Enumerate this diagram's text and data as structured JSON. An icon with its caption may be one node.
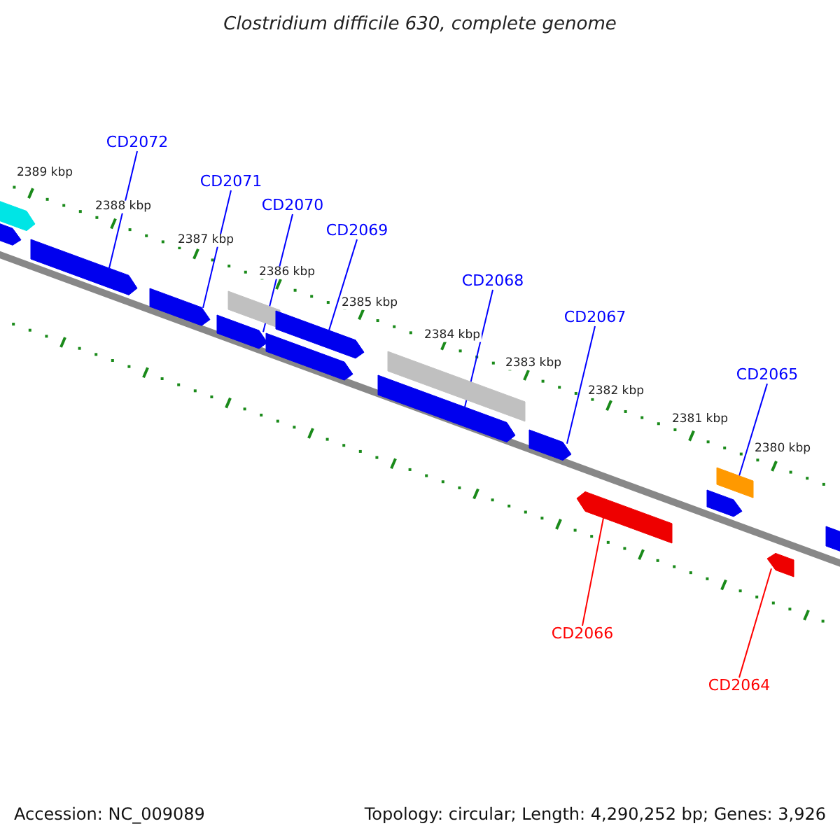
{
  "diagram": {
    "title": "Clostridium difficile 630, complete genome",
    "nodes": [
      {
        "text": [
          "CD2072"
        ]
      },
      {
        "text": [
          "CD2071"
        ]
      },
      {
        "text": [
          "CD2070"
        ]
      },
      {
        "text": [
          "CD2069"
        ]
      },
      {
        "text": [
          "CD2068"
        ]
      },
      {
        "text": [
          "CD2067"
        ]
      },
      {
        "text": [
          "CD2065"
        ]
      },
      {
        "text": [
          "CD2066"
        ]
      },
      {
        "text": [
          "CD2064"
        ]
      },
      {
        "text": [],
        "shape": "pentagon"
      },
      {
        "text": [],
        "shape": "pentagon"
      },
      {
        "text": [],
        "shape": "pentagon"
      },
      {
        "text": [],
        "shape": "pentagon"
      },
      {
        "text": [],
        "shape": "pentagon"
      },
      {
        "text": [],
        "shape": "box"
      },
      {
        "text": [],
        "shape": "pentagon"
      },
      {
        "text": [],
        "shape": "pentagon"
      },
      {
        "text": [],
        "shape": "pentagon"
      },
      {
        "text": [],
        "shape": "box"
      },
      {
        "text": [],
        "shape": "pentagon"
      },
      {
        "text": [],
        "shape": "pentagon"
      },
      {
        "text": [],
        "shape": "pentagon"
      },
      {
        "text": [],
        "shape": "box"
      },
      {
        "text": [],
        "shape": "pentagon"
      },
      {
        "text": [],
        "shape": "pentagon"
      }
    ],
    "edges": [
      {
        "from": 0,
        "to": 11,
        "arrow": "none"
      },
      {
        "from": 1,
        "to": 12,
        "arrow": "none"
      },
      {
        "from": 2,
        "to": 13,
        "arrow": "none"
      },
      {
        "from": 3,
        "to": 16,
        "arrow": "none"
      },
      {
        "from": 4,
        "to": 17,
        "arrow": "none"
      },
      {
        "from": 5,
        "to": 19,
        "arrow": "none"
      },
      {
        "from": 6,
        "to": 22,
        "arrow": "none"
      },
      {
        "from": 7,
        "to": 20,
        "arrow": "none",
        "color": "#ff0000"
      },
      {
        "from": 8,
        "to": 23,
        "arrow": "none",
        "color": "#ff0000"
      }
    ],
    "labels": [
      "2389 kbp",
      "2388 kbp",
      "2387 kbp",
      "2386 kbp",
      "2385 kbp",
      "2384 kbp",
      "2383 kbp",
      "2382 kbp",
      "2381 kbp",
      "2380 kbp",
      "Accession: NC_009089",
      "Topology: circular; Length: 4,290,252 bp; Genes: 3,926"
    ]
  }
}
